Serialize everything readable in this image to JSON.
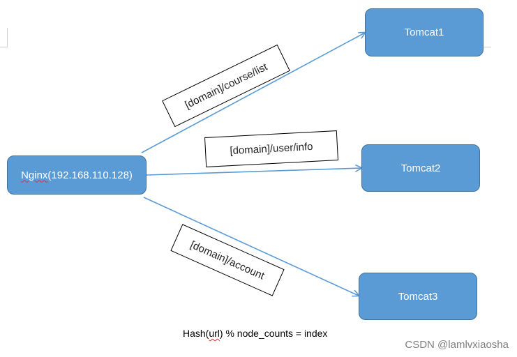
{
  "nodes": {
    "nginx": {
      "prefix": "Nginx",
      "rest": "(192.168.110.128)"
    },
    "tomcat1": "Tomcat1",
    "tomcat2": "Tomcat2",
    "tomcat3": "Tomcat3"
  },
  "routes": {
    "course": "[domain]/course/list",
    "user": "[domain]/user/info",
    "account": "[domain]/account"
  },
  "formula": {
    "before": "Hash(",
    "url": "url",
    "after": ") % node_counts = index"
  },
  "watermark": "CSDN @lamlvxiaosha",
  "colors": {
    "node_fill": "#5b9bd5",
    "node_border": "#41719c",
    "arrow": "#5b9bd5"
  }
}
